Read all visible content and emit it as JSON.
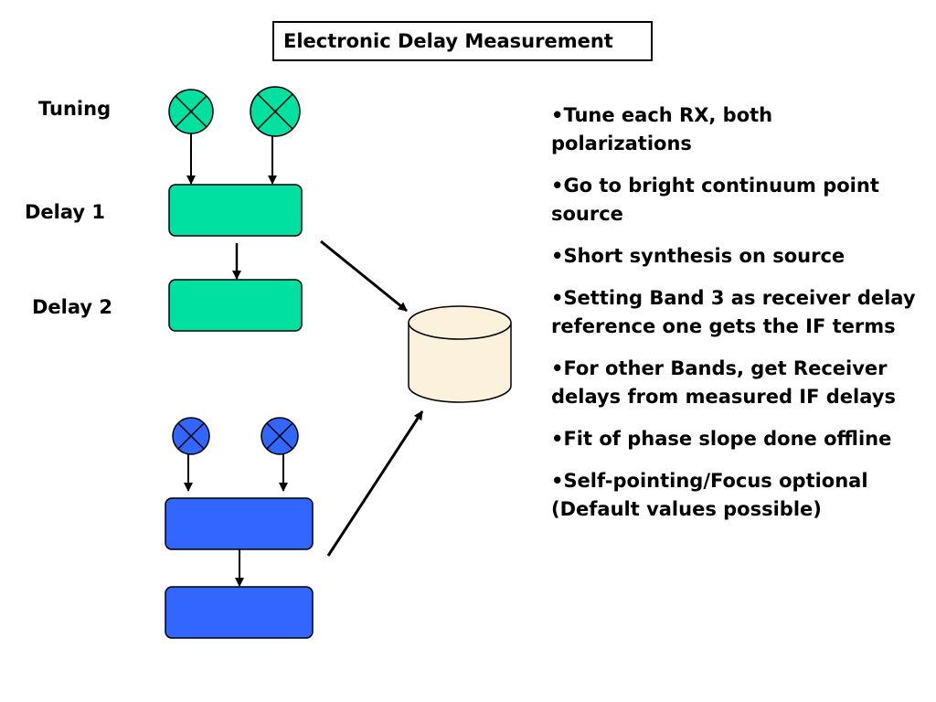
{
  "title": "Electronic Delay Measurement",
  "labels": {
    "tuning": "Tuning",
    "delay1": "Delay 1",
    "delay2": "Delay 2"
  },
  "bullet_marker": "•",
  "bullets": [
    "Tune each RX, both polarizations",
    "Go to bright continuum point source",
    "Short synthesis on source",
    "Setting Band 3 as receiver delay reference one gets the IF terms",
    "For other Bands, get Receiver delays from measured IF delays",
    "Fit of phase slope done offline",
    "Self-pointing/Focus optional (Default values possible)"
  ],
  "colors": {
    "teal": "#00e0a0",
    "blue": "#3366ff",
    "cylinder": "#fbf1dc",
    "stroke": "#000000"
  },
  "icons": {
    "mixer": "circle-with-x"
  }
}
